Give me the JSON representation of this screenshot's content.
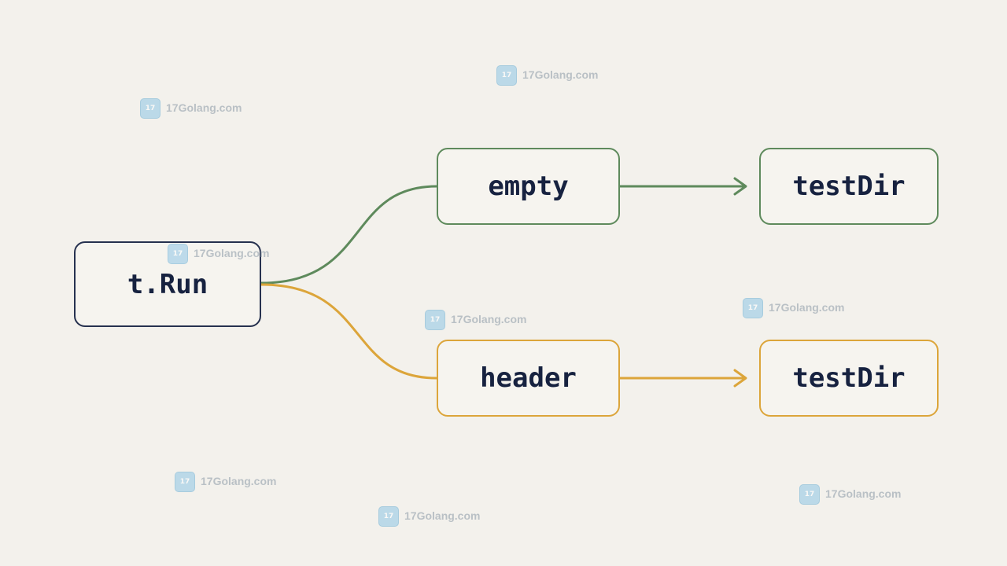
{
  "diagram": {
    "root": {
      "label": "t.Run"
    },
    "branches": [
      {
        "id": "empty",
        "label": "empty",
        "target_label": "testDir",
        "color": "#5e8a5c"
      },
      {
        "id": "header",
        "label": "header",
        "target_label": "testDir",
        "color": "#dca53a"
      }
    ]
  },
  "watermark": {
    "text": "17Golang.com",
    "icon": "logo-icon"
  }
}
